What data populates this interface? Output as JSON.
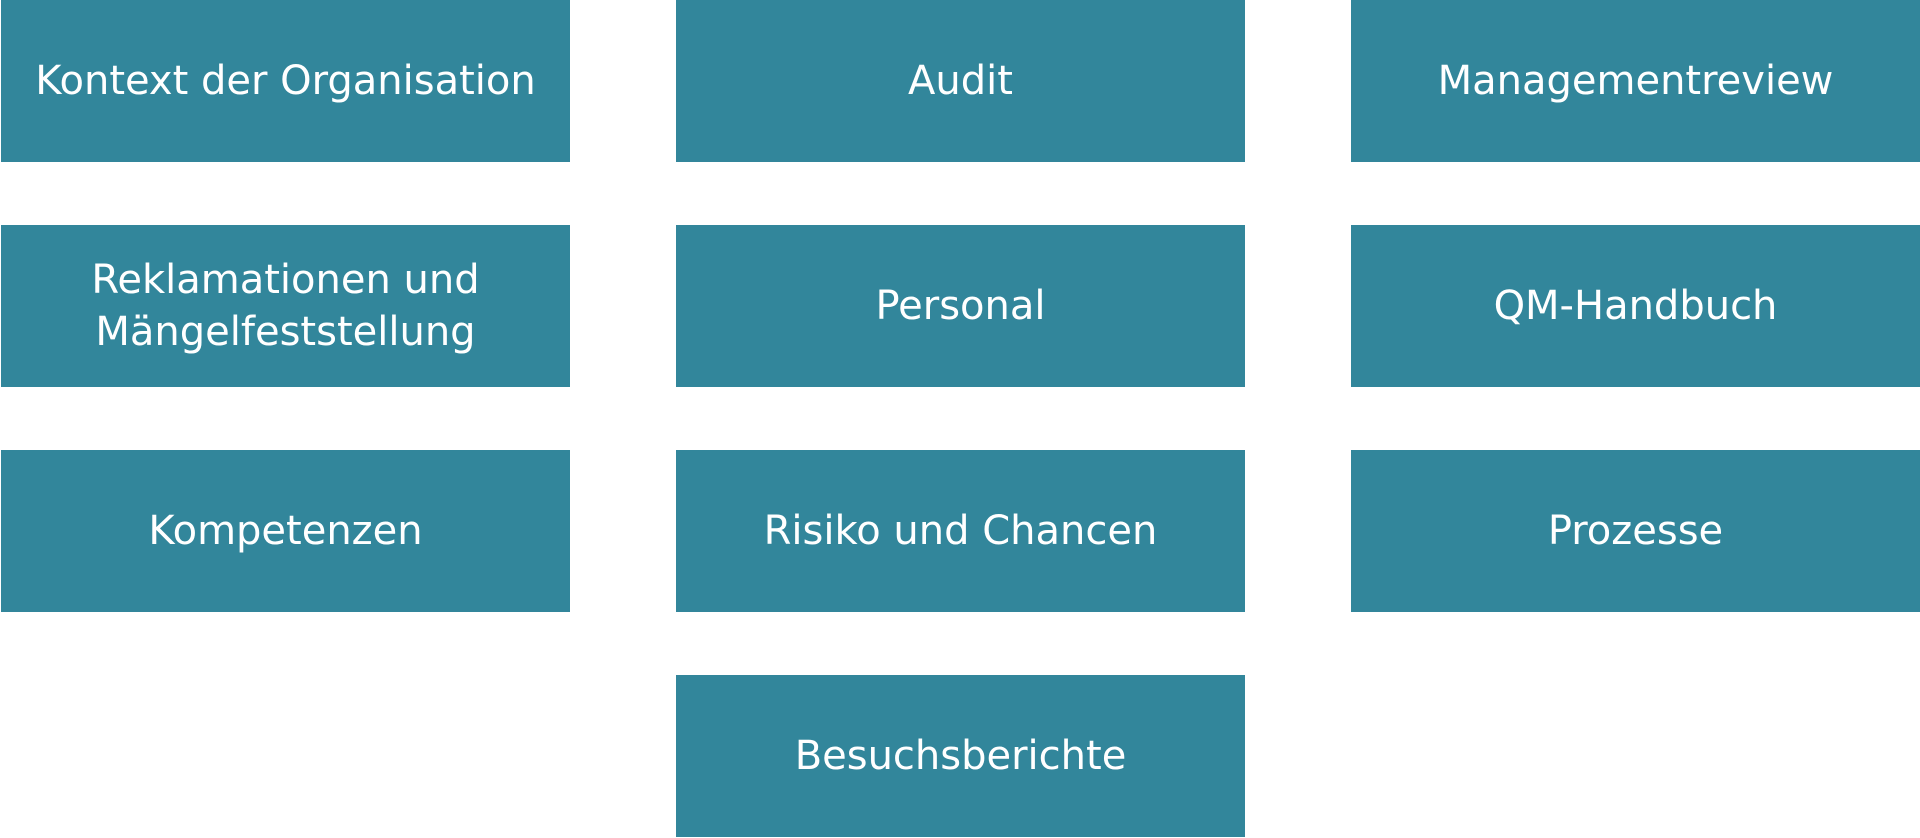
{
  "colors": {
    "tile_background": "#32869b",
    "tile_text": "#ffffff",
    "page_background": "#ffffff"
  },
  "tiles": {
    "kontext": "Kontext der Organisation",
    "audit": "Audit",
    "managementreview": "Managementreview",
    "reklamationen": "Reklamationen und\nMängelfeststellung",
    "personal": "Personal",
    "qm_handbuch": "QM-Handbuch",
    "kompetenzen": "Kompetenzen",
    "risiko": "Risiko und Chancen",
    "prozesse": "Prozesse",
    "besuchsberichte": "Besuchsberichte"
  }
}
